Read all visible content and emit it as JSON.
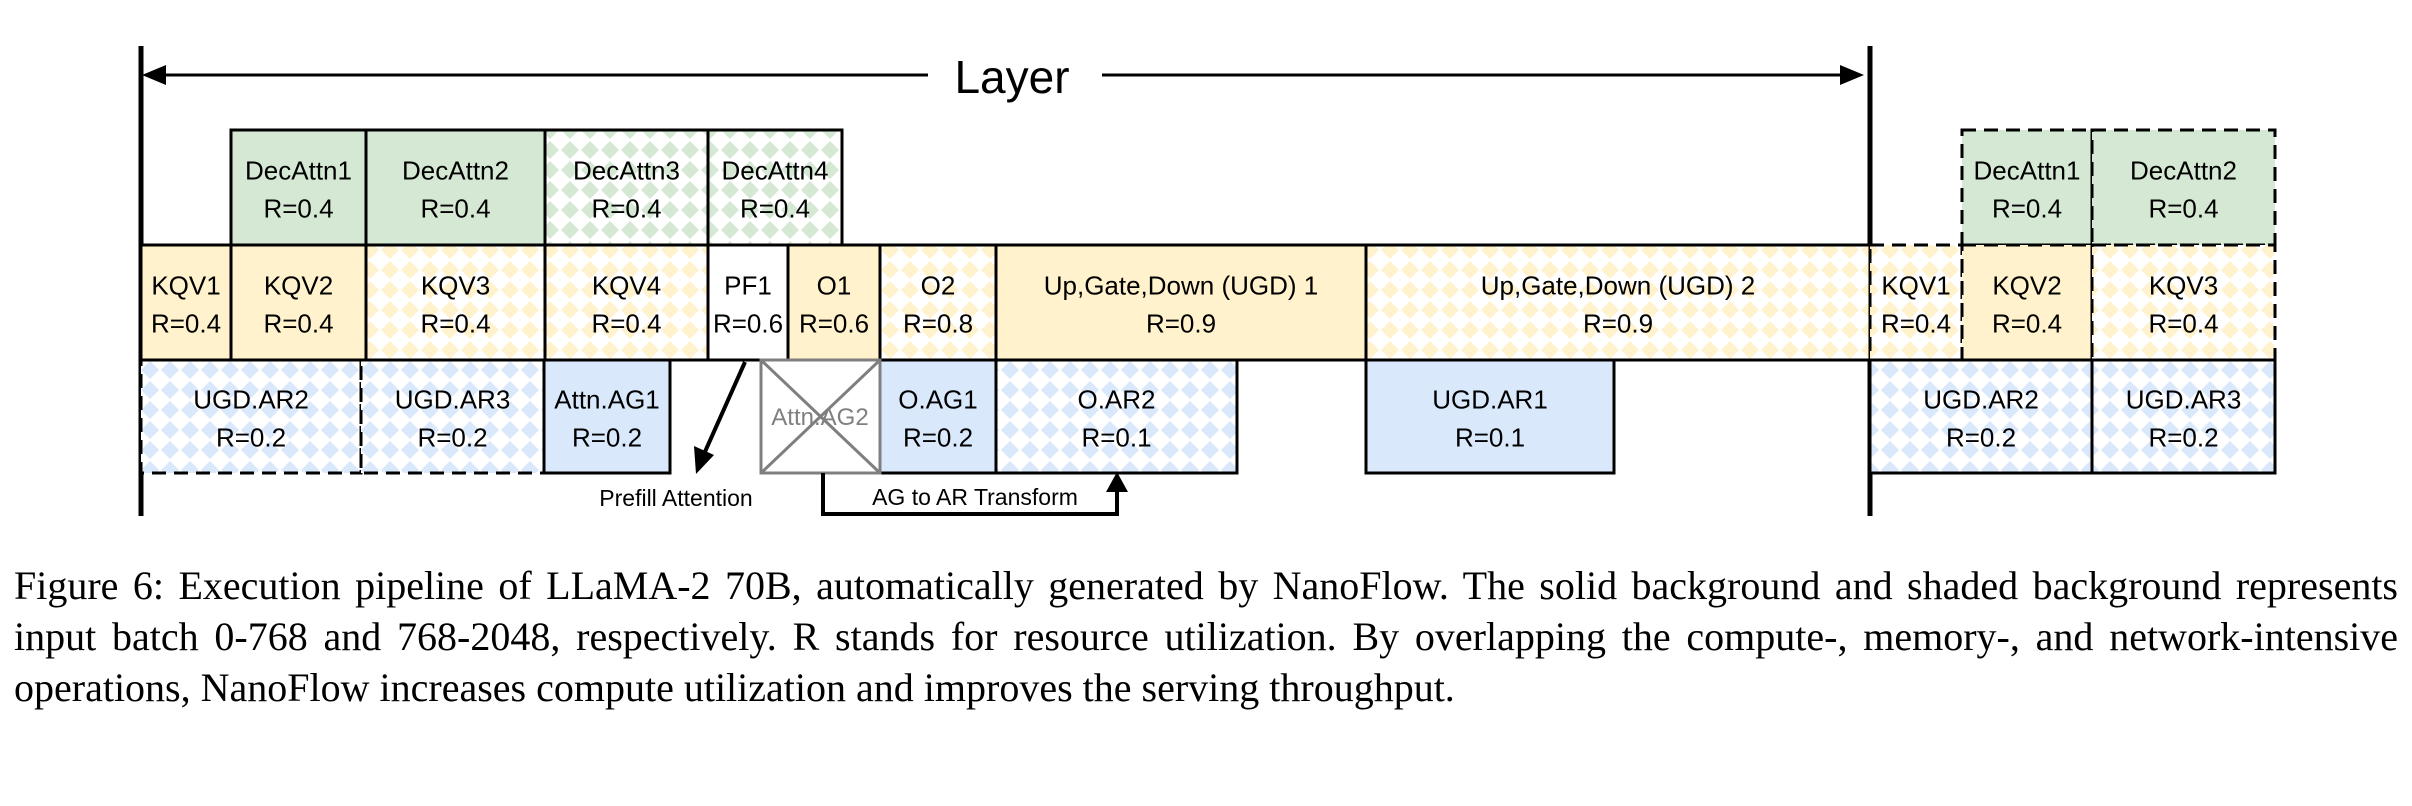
{
  "header": {
    "layer_label": "Layer"
  },
  "colors": {
    "green": "#d5e8d4",
    "yellow": "#fff2cc",
    "blue": "#dae8fc",
    "outline": "#000000",
    "crossed_box": "#7f7f7f"
  },
  "blocks": [
    {
      "id": "decattn1",
      "l1": "DecAttn1",
      "l2": "R=0.4",
      "color": "green",
      "pattern": false,
      "dashed": false
    },
    {
      "id": "decattn2",
      "l1": "DecAttn2",
      "l2": "R=0.4",
      "color": "green",
      "pattern": false,
      "dashed": false
    },
    {
      "id": "decattn3",
      "l1": "DecAttn3",
      "l2": "R=0.4",
      "color": "green",
      "pattern": true,
      "dashed": false
    },
    {
      "id": "decattn4",
      "l1": "DecAttn4",
      "l2": "R=0.4",
      "color": "green",
      "pattern": true,
      "dashed": false
    },
    {
      "id": "kqv1",
      "l1": "KQV1",
      "l2": "R=0.4",
      "color": "yellow",
      "pattern": false,
      "dashed": false
    },
    {
      "id": "kqv2",
      "l1": "KQV2",
      "l2": "R=0.4",
      "color": "yellow",
      "pattern": false,
      "dashed": false
    },
    {
      "id": "kqv3",
      "l1": "KQV3",
      "l2": "R=0.4",
      "color": "yellow",
      "pattern": true,
      "dashed": false
    },
    {
      "id": "kqv4",
      "l1": "KQV4",
      "l2": "R=0.4",
      "color": "yellow",
      "pattern": true,
      "dashed": false
    },
    {
      "id": "pf1",
      "l1": "PF1",
      "l2": "R=0.6",
      "color": "white",
      "pattern": false,
      "dashed": false
    },
    {
      "id": "o1",
      "l1": "O1",
      "l2": "R=0.6",
      "color": "yellow",
      "pattern": false,
      "dashed": false
    },
    {
      "id": "o2",
      "l1": "O2",
      "l2": "R=0.8",
      "color": "yellow",
      "pattern": true,
      "dashed": false
    },
    {
      "id": "ugd1",
      "l1": "Up,Gate,Down (UGD) 1",
      "l2": "R=0.9",
      "color": "yellow",
      "pattern": false,
      "dashed": false
    },
    {
      "id": "ugd2",
      "l1": "Up,Gate,Down (UGD) 2",
      "l2": "R=0.9",
      "color": "yellow",
      "pattern": true,
      "dashed": false
    },
    {
      "id": "ugd-ar2",
      "l1": "UGD.AR2",
      "l2": "R=0.2",
      "color": "blue",
      "pattern": true,
      "dashed": true
    },
    {
      "id": "ugd-ar3",
      "l1": "UGD.AR3",
      "l2": "R=0.2",
      "color": "blue",
      "pattern": true,
      "dashed": true
    },
    {
      "id": "attn-ag1",
      "l1": "Attn.AG1",
      "l2": "R=0.2",
      "color": "blue",
      "pattern": false,
      "dashed": false
    },
    {
      "id": "o-ag1",
      "l1": "O.AG1",
      "l2": "R=0.2",
      "color": "blue",
      "pattern": false,
      "dashed": false
    },
    {
      "id": "o-ar2",
      "l1": "O.AR2",
      "l2": "R=0.1",
      "color": "blue",
      "pattern": true,
      "dashed": false
    },
    {
      "id": "ugd-ar1",
      "l1": "UGD.AR1",
      "l2": "R=0.1",
      "color": "blue",
      "pattern": false,
      "dashed": false
    },
    {
      "id": "next-decattn1",
      "l1": "DecAttn1",
      "l2": "R=0.4",
      "color": "green",
      "pattern": false,
      "dashed": true
    },
    {
      "id": "next-decattn2",
      "l1": "DecAttn2",
      "l2": "R=0.4",
      "color": "green",
      "pattern": false,
      "dashed": true
    },
    {
      "id": "next-kqv1",
      "l1": "KQV1",
      "l2": "R=0.4",
      "color": "yellow",
      "pattern": true,
      "dashed": true
    },
    {
      "id": "next-kqv2",
      "l1": "KQV2",
      "l2": "R=0.4",
      "color": "yellow",
      "pattern": false,
      "dashed": true
    },
    {
      "id": "next-kqv3",
      "l1": "KQV3",
      "l2": "R=0.4",
      "color": "yellow",
      "pattern": true,
      "dashed": true
    },
    {
      "id": "next-ugd-ar2",
      "l1": "UGD.AR2",
      "l2": "R=0.2",
      "color": "blue",
      "pattern": true,
      "dashed": false
    },
    {
      "id": "next-ugd-ar3",
      "l1": "UGD.AR3",
      "l2": "R=0.2",
      "color": "blue",
      "pattern": true,
      "dashed": false
    }
  ],
  "crossed_block": {
    "label": "Attn.AG2"
  },
  "annotations": {
    "prefill": "Prefill Attention",
    "transform": "AG to AR Transform"
  },
  "caption": "Figure 6: Execution pipeline of LLaMA-2 70B, automatically generated by NanoFlow. The solid background and shaded background represents input batch 0-768 and 768-2048, respectively. R stands for resource utilization. By overlapping the compute-, memory-, and network-intensive operations, NanoFlow increases compute utilization and improves the serving throughput."
}
